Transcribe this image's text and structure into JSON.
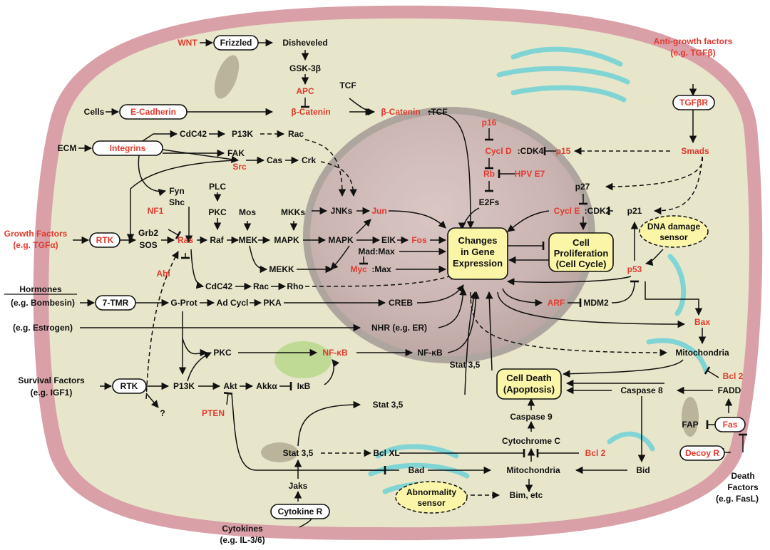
{
  "diagram": {
    "colors": {
      "membrane": "#d9a0a8",
      "cytoplasm": "#e7e6cb",
      "nucleus": "#c9b3b3",
      "nucleus_rim": "#b5a7a0",
      "activator": "#111111",
      "oncogene": "#e23a2e",
      "hub": "#fbf5a8"
    },
    "labels": {
      "wnt": "WNT",
      "frizzled": "Frizzled",
      "disheveled": "Disheveled",
      "gsk3b": "GSK-3β",
      "apc": "APC",
      "tcf": "TCF",
      "cells": "Cells",
      "ecadherin": "E-Cadherin",
      "bcatenin": "β-Catenin",
      "bcatenin_tcf_red": "β-Catenin",
      ":TCF": ":TCF",
      "ecm": "ECM",
      "integrins": "Integrins",
      "cdc42_top": "CdC42",
      "p13k_top": "P13K",
      "rac_top": "Rac",
      "fak": "FAK",
      "src": "Src",
      "cas": "Cas",
      "crk": "Crk",
      "fyn": "Fyn",
      "shc": "Shc",
      "nf1": "NF1",
      "plc": "PLC",
      "pkc_mid": "PKC",
      "mos": "Mos",
      "mkks": "MKKs",
      "jnks": "JNKs",
      "jun": "Jun",
      "growth_factors": "Growth Factors",
      "growth_eg": "(e.g. TGFα)",
      "rtk_top": "RTK",
      "grb2": "Grb2",
      "sos": "SOS",
      "ras": "Ras",
      "raf": "Raf",
      "mek": "MEK",
      "mapk1": "MAPK",
      "mapk2": "MAPK",
      "elk": "ElK",
      "fos": "Fos",
      "madmax": "Mad:Max",
      "myc": "Myc",
      ":Max": ":Max",
      "mekk": "MEKK",
      "abl": "Abl",
      "changes1": "Changes",
      "changes2": "in Gene",
      "changes3": "Expression",
      "cdc42_low": "CdC42",
      "rac_low": "Rac",
      "rho": "Rho",
      "hormones": "Hormones",
      "hormones_eg": "(e.g. Bombesin)",
      "tmr": "7-TMR",
      "gprot": "G-Prot",
      "adcycl": "Ad Cycl",
      "pka": "PKA",
      "creb": "CREB",
      "estrogen": "(e.g. Estrogen)",
      "nhr": "NHR (e.g. ER)",
      "pkc_low": "PKC",
      "nfkb1": "NF-κB",
      "nfkb2": "NF-κB",
      "survival": "Survival Factors",
      "survival_eg": "(e.g. IGF1)",
      "rtk_low": "RTK",
      "p13k_low": "P13K",
      "akt": "Akt",
      "akka": "Akkα",
      "ikb": "IκB",
      "q": "?",
      "pten": "PTEN",
      "stat35_a": "Stat 3,5",
      "stat35_b": "Stat 3,5",
      "stat35_c": "Stat 3,5",
      "jaks": "Jaks",
      "cytokine_r": "Cytokine R",
      "cytokines": "Cytokines",
      "cytokines_eg": "(e.g. IL-3/6)",
      "bclxl": "Bcl XL",
      "bad": "Bad",
      "bcl2_low": "Bcl 2",
      "cytc": "Cytochrome C",
      "casp9": "Caspase 9",
      "mito_low": "Mitochondria",
      "abnorm1": "Abnormality",
      "abnorm2": "sensor",
      "bim": "Bim, etc",
      "death1": "Cell Death",
      "death2": "(Apoptosis)",
      "casp8": "Caspase 8",
      "fadd": "FADD",
      "bcl2_up": "Bcl 2",
      "mito_up": "Mitochondria",
      "bax": "Bax",
      "bid": "Bid",
      "fap": "FAP",
      "fas": "Fas",
      "decoy": "Decoy R",
      "death_f1": "Death",
      "death_f2": "Factors",
      "death_f3": "(e.g. FasL)",
      "anti1": "Anti-growth factors",
      "anti2": "(e.g. TGFβ)",
      "tgfbr": "TGFβR",
      "smads": "Smads",
      "p15": "p15",
      "p16": "p16",
      "cycld": "Cycl D",
      ":CDK4": ":CDK4",
      "rb": "Rb",
      "hpv": "HPV E7",
      "e2fs": "E2Fs",
      "p27": "p27",
      "cycle": "Cycl E",
      ":CDK2": ":CDK2",
      "p21": "p21",
      "prolif1": "Cell",
      "prolif2": "Proliferation",
      "prolif3": "(Cell Cycle)",
      "dna1": "DNA damage",
      "dna2": "sensor",
      "p53": "p53",
      "arf": "ARF",
      "mdm2": "MDM2"
    }
  }
}
